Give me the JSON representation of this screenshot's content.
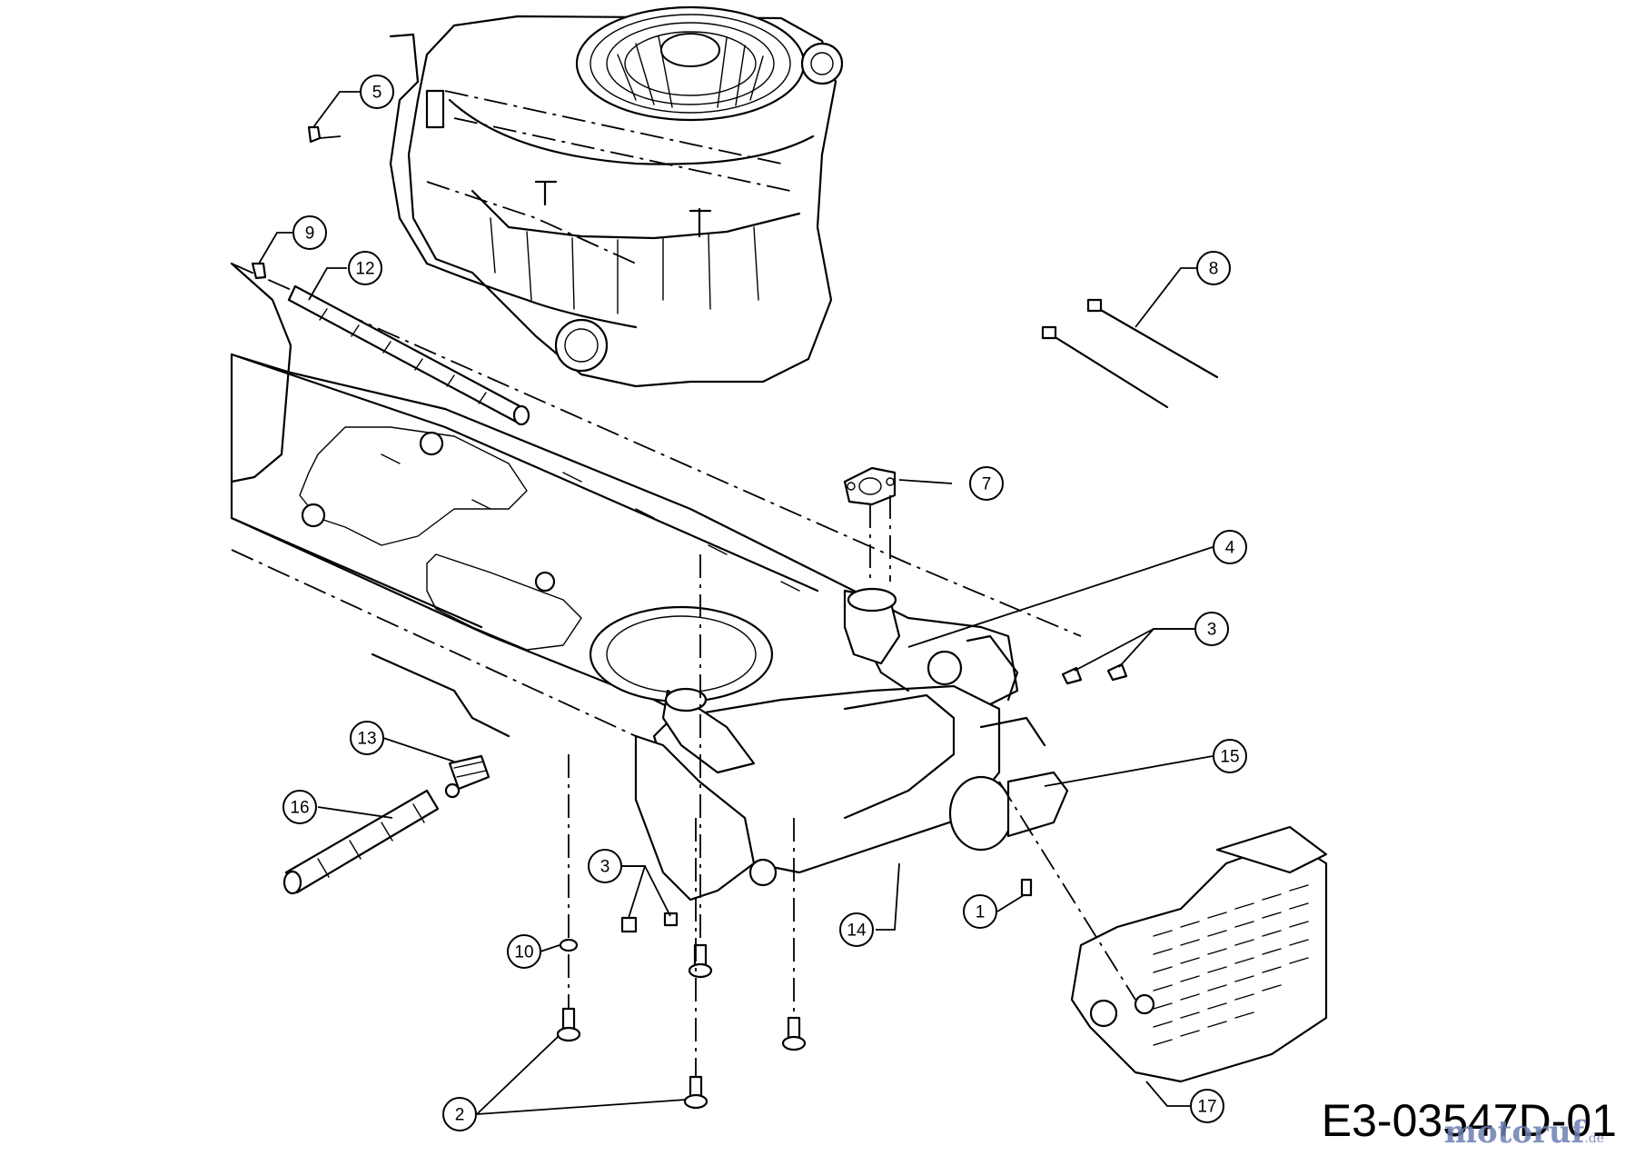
{
  "diagram_code": "E3-03547D-01",
  "watermark": {
    "name": "motoruf",
    "tld": ".de"
  },
  "callouts": [
    {
      "label": "1"
    },
    {
      "label": "2"
    },
    {
      "label": "3"
    },
    {
      "label": "3"
    },
    {
      "label": "4"
    },
    {
      "label": "5"
    },
    {
      "label": "7"
    },
    {
      "label": "8"
    },
    {
      "label": "9"
    },
    {
      "label": "10"
    },
    {
      "label": "12"
    },
    {
      "label": "13"
    },
    {
      "label": "14"
    },
    {
      "label": "15"
    },
    {
      "label": "16"
    },
    {
      "label": "17"
    }
  ]
}
